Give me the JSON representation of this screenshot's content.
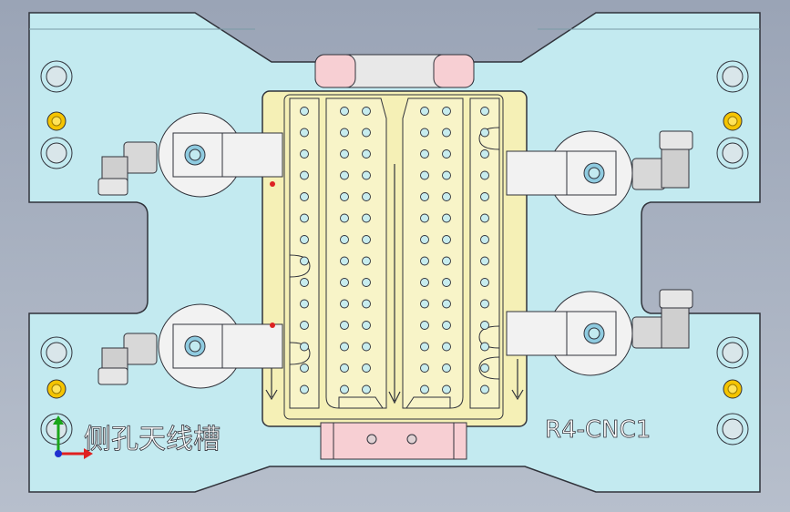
{
  "model": {
    "part_label": "R4-CNC1",
    "feature_label": "侧孔天线槽"
  },
  "colors": {
    "viewport_bg": "#a9b2c2",
    "plate_fill": "#c3eaf0",
    "insert_fill": "#f5f0b6",
    "pink_block": "#f7cfd3",
    "fitting_fill": "#d8d8d8",
    "bolt_yellow": "#f5c400",
    "edge_dark": "#30323a"
  },
  "triad": {
    "x_axis": "red-arrow",
    "y_axis": "green-arrow",
    "z_axis": "blue-dot"
  }
}
